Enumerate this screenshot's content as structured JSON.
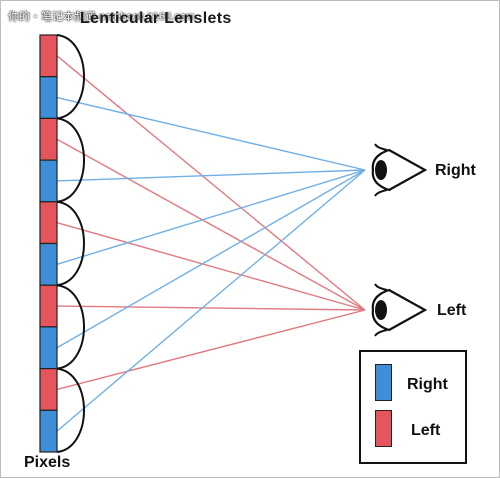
{
  "watermark": "你的・笔记本频道 notebook.it168.com",
  "title": "Lenticular Lenslets",
  "pixels_label": "Pixels",
  "eyes": [
    {
      "name": "right",
      "label": "Right",
      "icon": "eye-icon"
    },
    {
      "name": "left",
      "label": "Left",
      "icon": "eye-icon"
    }
  ],
  "legend": [
    {
      "label": "Right",
      "color": "#3f8fd8"
    },
    {
      "label": "Left",
      "color": "#e4565b"
    }
  ],
  "pixel_column": [
    "Left",
    "Right",
    "Left",
    "Right",
    "Left",
    "Right",
    "Left",
    "Right",
    "Left",
    "Right"
  ],
  "colors": {
    "left_pixel": "#e4565b",
    "right_pixel": "#3f8fd8",
    "left_ray": "#e07a80",
    "right_ray": "#6fb0e6"
  }
}
